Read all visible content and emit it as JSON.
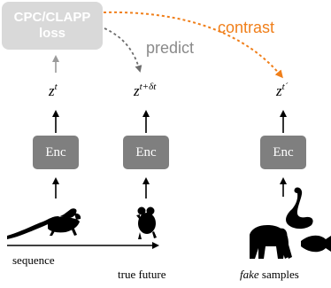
{
  "loss_box": {
    "line1": "CPC/CLAPP",
    "line2": "loss"
  },
  "edges": {
    "predict_label": "predict",
    "contrast_label": "contrast"
  },
  "encoder_label": "Enc",
  "latents": {
    "current": {
      "base": "z",
      "sup": "t"
    },
    "future": {
      "base": "z",
      "sup": "t+δt"
    },
    "fake": {
      "base": "z",
      "sup": "t´"
    }
  },
  "captions": {
    "sequence": "sequence",
    "true_future": "true future",
    "fake_emphasis": "fake",
    "fake_rest": " samples"
  },
  "colors": {
    "loss_box": "#d9d9d9",
    "encoder": "#7f7f7f",
    "predict": "#8a8a8a",
    "contrast": "#f07f1a"
  },
  "icons": [
    "lizard-silhouette",
    "mouse-silhouette",
    "elephant-silhouette",
    "swan-silhouette",
    "fish-silhouette"
  ]
}
